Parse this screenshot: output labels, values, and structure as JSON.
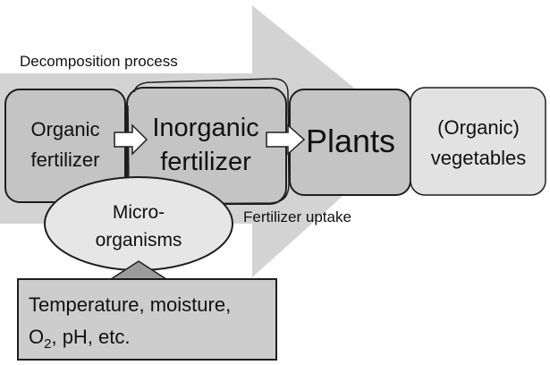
{
  "diagram": {
    "process_label": "Decomposition process",
    "organic_fertilizer": {
      "line1": "Organic",
      "line2": "fertilizer"
    },
    "inorganic_fertilizer": {
      "line1": "Inorganic",
      "line2": "fertilizer"
    },
    "plants": "Plants",
    "vegetables": {
      "line1": "(Organic)",
      "line2": "vegetables"
    },
    "microorganisms": {
      "line1": "Micro-",
      "line2": "organisms"
    },
    "uptake_label": "Fertilizer uptake",
    "factors": {
      "line1": "Temperature, moisture,",
      "line2_a": "O",
      "line2_sub": "2",
      "line2_b": ", pH, etc."
    }
  },
  "colors": {
    "big_arrow": "#d3d3d3",
    "box_fill": "#c4c4c4",
    "vegetables_fill": "#e2e2e2",
    "ellipse_fill": "#e6e6e6",
    "factors_fill": "#cdcdcd",
    "up_arrow": "#9b9b9b",
    "outline": "#1e1e1e"
  }
}
